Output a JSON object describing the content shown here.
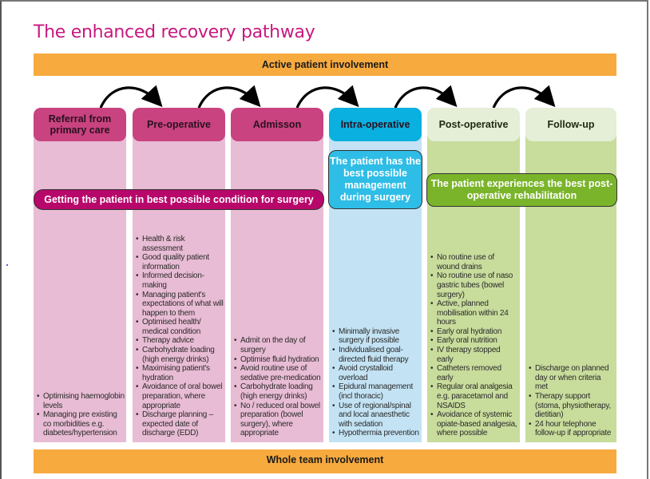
{
  "title": "The enhanced recovery pathway",
  "top_bar": "Active patient involvement",
  "bottom_bar": "Whole team involvement",
  "colors": {
    "title": "#c8197f",
    "bar": "#f7aa3e",
    "pink_header": "#c8437f",
    "pink_body": "#e8bcd4",
    "pink_banner": "#b7076a",
    "blue_header": "#0ab0df",
    "blue_body": "#c3e3f4",
    "blue_banner": "#2ebde6",
    "green_header": "#e5eed6",
    "green_body": "#c8dc9c",
    "green_banner": "#7ab42a"
  },
  "banners": {
    "pre_surgery": "Getting the patient in best possible condition for surgery",
    "intra": "The patient has the best possible management during surgery",
    "post": "The patient experiences the best post-operative rehabilitation"
  },
  "stages": [
    {
      "label": "Referral from primary care",
      "items": [
        "Optimising haemoglobin levels",
        "Managing pre existing co morbidities e.g. diabetes/hypertension"
      ]
    },
    {
      "label": "Pre-operative",
      "items": [
        "Health & risk assessment",
        "Good quality patient information",
        "Informed decision-making",
        "Managing patient's expectations of what will happen to them",
        "Optimised health/ medical condition",
        "Therapy advice",
        "Carbohydrate loading (high energy drinks)",
        "Maximising patient's hydration",
        "Avoidance of oral bowel preparation, where appropriate",
        "Discharge planning – expected date of discharge (EDD)"
      ]
    },
    {
      "label": "Admisson",
      "items": [
        "Admit on the day of surgery",
        "Optimise fluid hydration",
        "Avoid routine use of sedative pre-medication",
        "Carbohydrate loading (high energy drinks)",
        "No / reduced oral bowel preparation (bowel surgery), where appropriate"
      ]
    },
    {
      "label": "Intra-operative",
      "items": [
        "Minimally invasive surgery if possible",
        "Individualised goal-directed fluid therapy",
        "Avoid crystalloid overload",
        "Epidural management (incl thoracic)",
        "Use of regional/spinal and local anaesthetic with sedation",
        "Hypothermia prevention"
      ]
    },
    {
      "label": "Post-operative",
      "items": [
        "No routine use of wound drains",
        "No routine use of naso gastric tubes (bowel surgery)",
        "Active, planned mobilisation within 24 hours",
        "Early oral hydration",
        "Early oral nutrition",
        "IV therapy stopped early",
        "Catheters removed early",
        "Regular oral analgesia e.g. paracetamol and NSAIDS",
        "Avoidance of systemic opiate-based analgesia, where possible"
      ]
    },
    {
      "label": "Follow-up",
      "items": [
        "Discharge on planned day or when criteria met",
        "Therapy support (stoma, physiotherapy, dietitian)",
        "24 hour telephone follow-up if appropriate"
      ]
    }
  ]
}
